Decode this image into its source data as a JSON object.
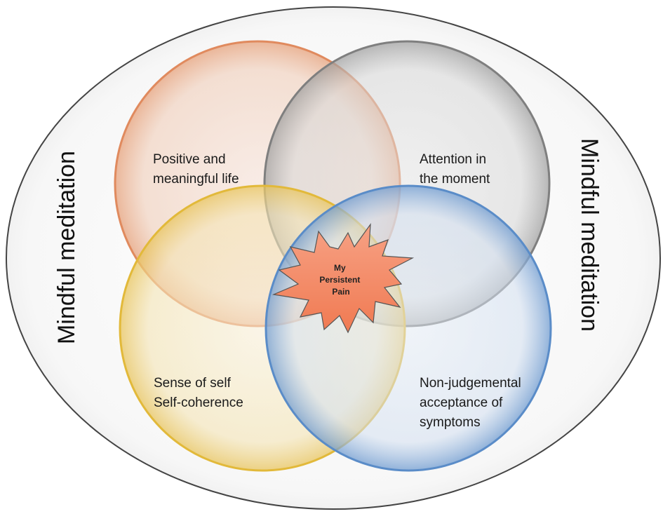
{
  "diagram": {
    "outer_label_left": "Mindful meditation",
    "outer_label_right": "Mindful meditation",
    "circles": {
      "top_left": {
        "lines": [
          "Positive and",
          "meaningful life"
        ],
        "color": "#f4a582"
      },
      "top_right": {
        "lines": [
          "Attention in",
          "the moment"
        ],
        "color": "#d9d9d9"
      },
      "bottom_left": {
        "lines": [
          "Sense of self",
          "Self-coherence"
        ],
        "color": "#f6e3a8"
      },
      "bottom_right": {
        "lines": [
          "Non-judgemental",
          "acceptance of",
          "symptoms"
        ],
        "color": "#c7d8ec"
      }
    },
    "center": {
      "lines": [
        "My",
        "Persistent",
        "Pain"
      ],
      "color": "#f47c55"
    }
  }
}
